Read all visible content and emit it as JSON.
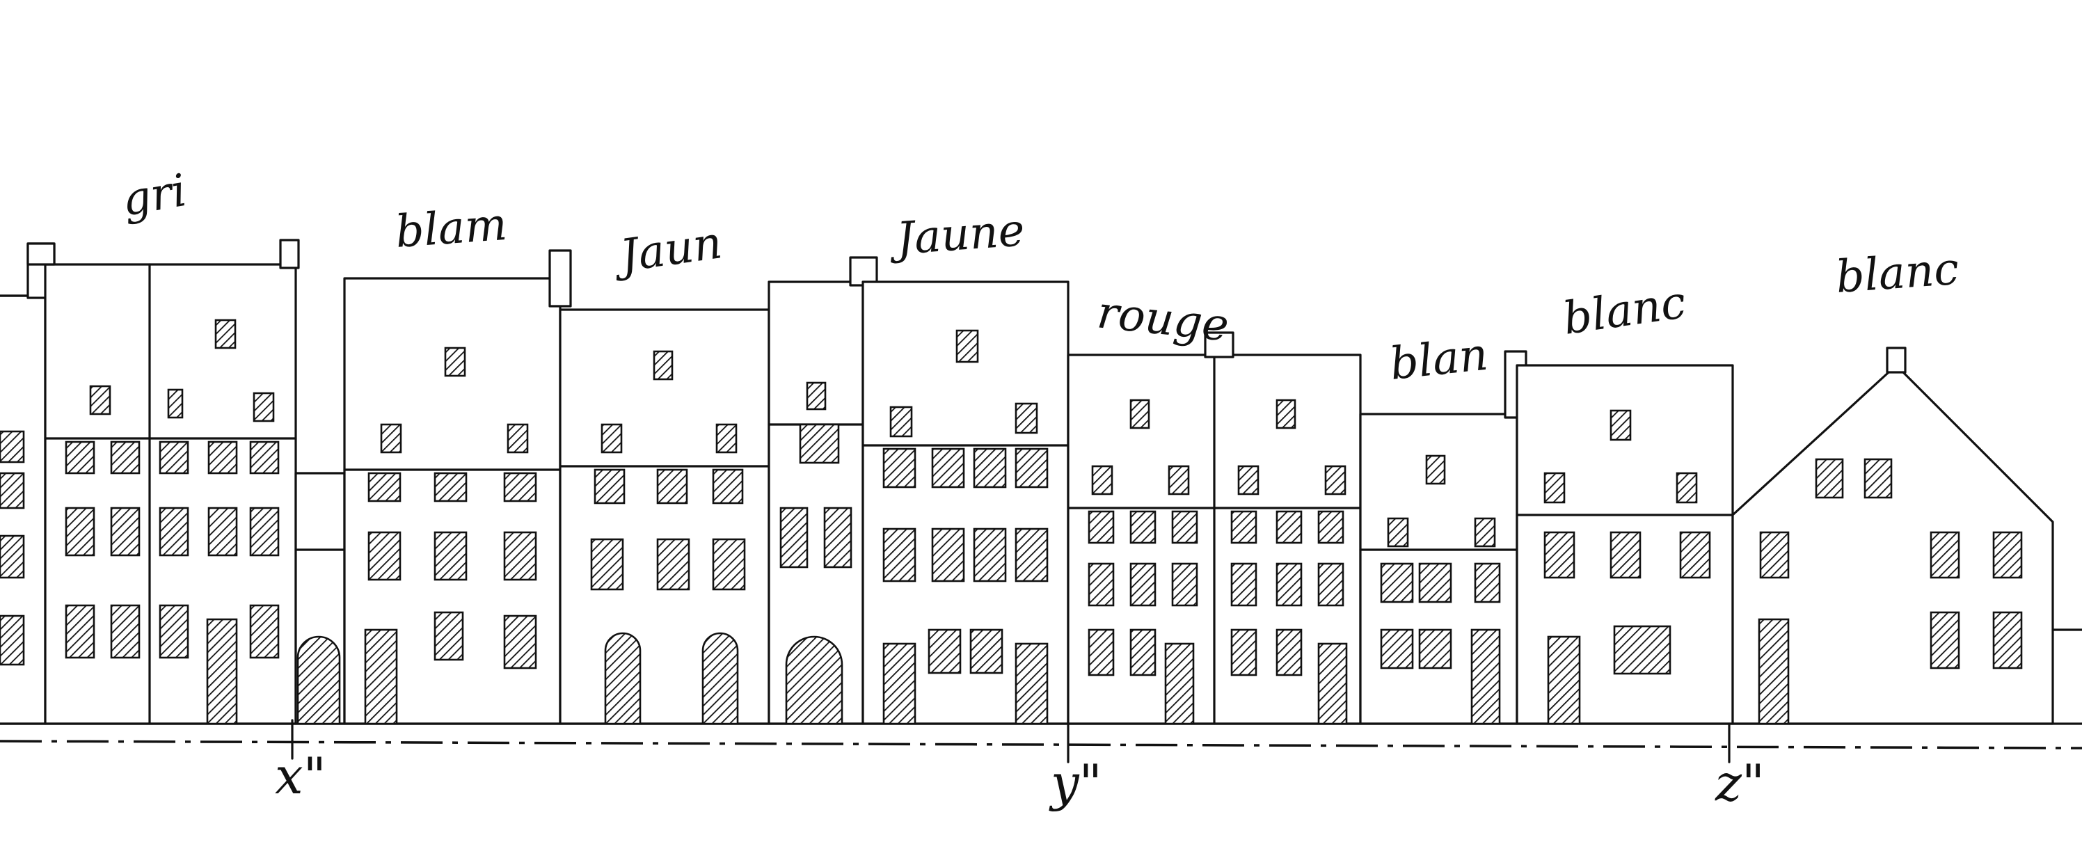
{
  "houses": [
    {
      "colour": "gri"
    },
    {
      "colour": "blam"
    },
    {
      "colour": "Jaun"
    },
    {
      "colour": "Jaune"
    },
    {
      "colour": "rouge"
    },
    {
      "colour": "blan"
    },
    {
      "colour": "blanc"
    },
    {
      "colour": "blanc"
    }
  ],
  "markers": [
    "x\"",
    "y\"",
    "z\""
  ],
  "colors": {
    "ink": "#111111",
    "paper": "#ffffff"
  }
}
